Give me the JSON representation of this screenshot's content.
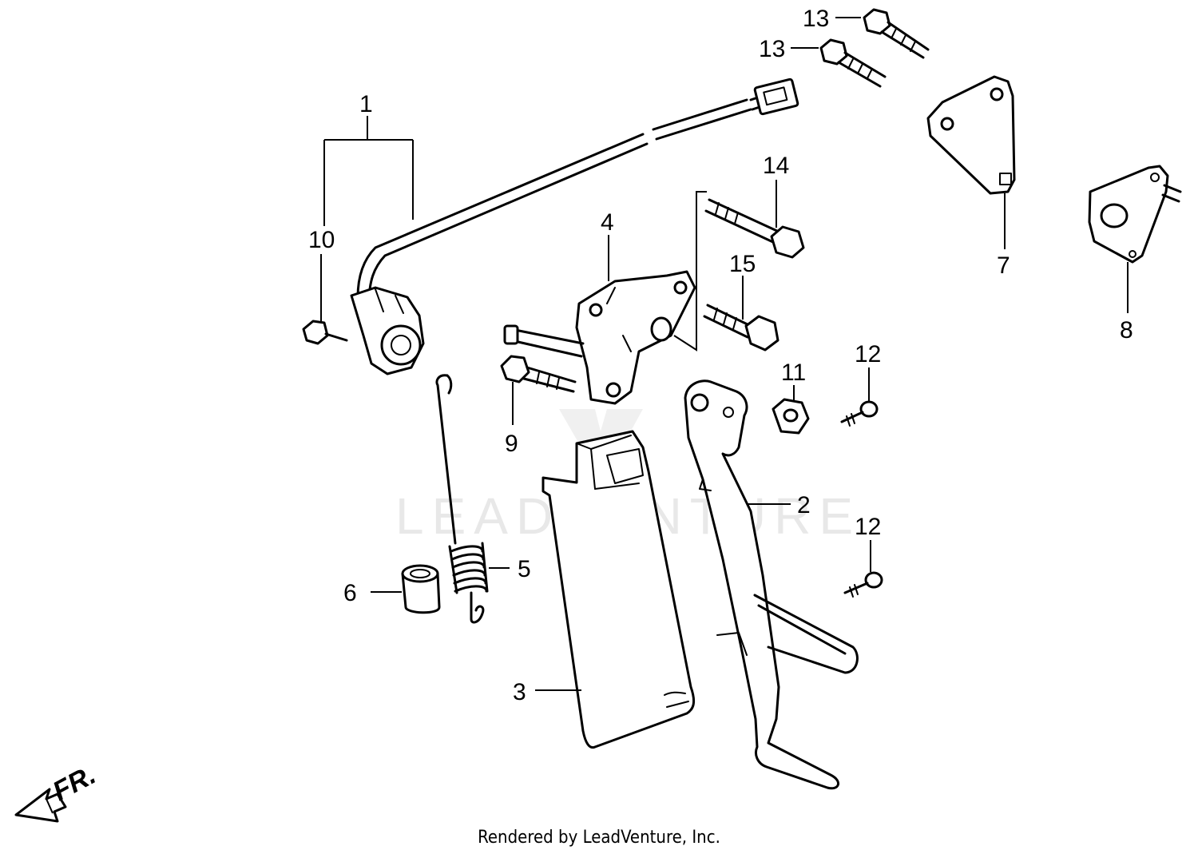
{
  "watermark": "LEADVENTURE",
  "direction_label": "FR.",
  "footer": "Rendered by LeadVenture, Inc.",
  "callouts": {
    "c1": "1",
    "c2": "2",
    "c3": "3",
    "c4": "4",
    "c5": "5",
    "c6": "6",
    "c7": "7",
    "c8": "8",
    "c9": "9",
    "c10": "10",
    "c11": "11",
    "c12a": "12",
    "c12b": "12",
    "c13a": "13",
    "c13b": "13",
    "c14": "14",
    "c15": "15"
  },
  "colors": {
    "line": "#000000",
    "background": "#ffffff",
    "watermark": "#e8e8e8"
  }
}
